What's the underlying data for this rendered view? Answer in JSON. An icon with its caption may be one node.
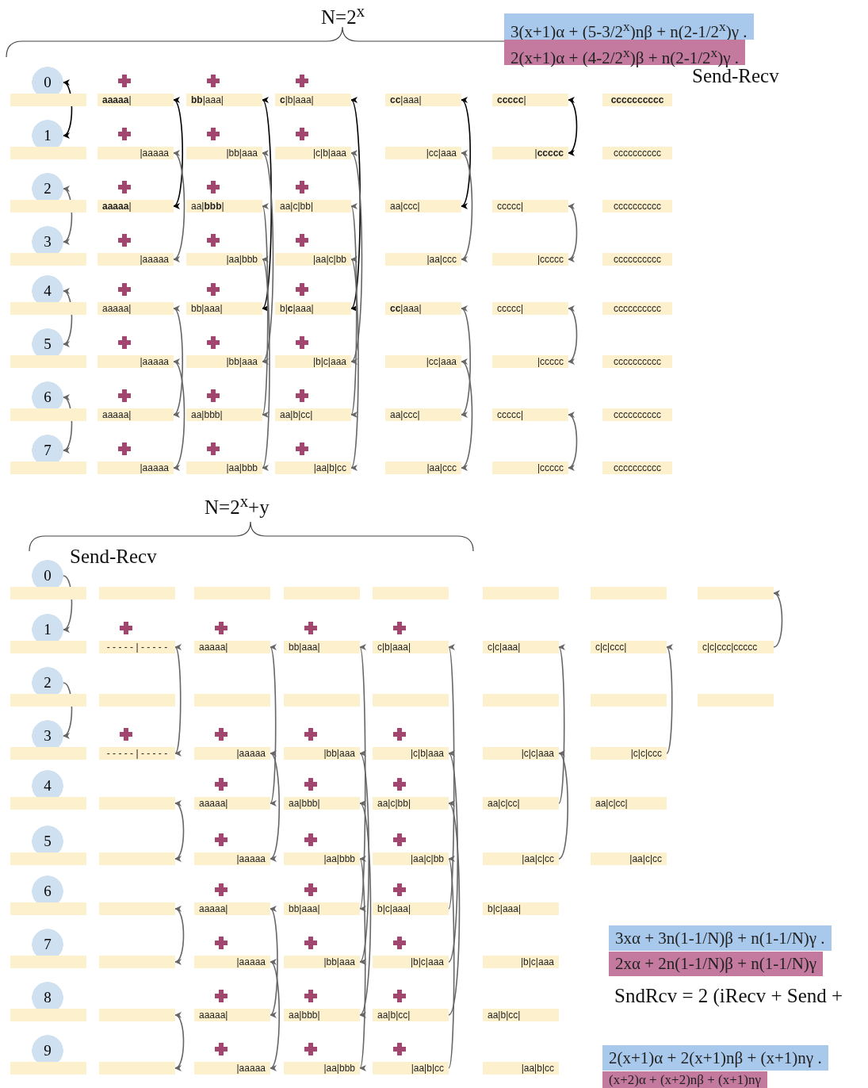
{
  "diagram": {
    "nodes": [
      {
        "text": [
          "3(x+1)α + (5-3/2$^{x}$)nβ + n(2-1/2$^{x}$)γ ."
        ]
      },
      {
        "text": [
          "2(x+1)α +  (4-2/2$^{x}$)β  + n(2-1/2$^{x}$)γ ."
        ]
      },
      {
        "text": [
          "0"
        ]
      },
      {
        "text": [],
        "shape": "bar"
      },
      {
        "text": [
          "**aaaaa**|"
        ]
      },
      {
        "text": [
          "**bb**|aaa|"
        ]
      },
      {
        "text": [
          "**c**|b|aaa|"
        ]
      },
      {
        "text": [
          "**cc**|aaa|"
        ]
      },
      {
        "text": [
          "**ccccc**|"
        ]
      },
      {
        "text": [
          "cccccccccc"
        ]
      },
      {
        "text": [
          "1"
        ]
      },
      {
        "text": [],
        "shape": "bar"
      },
      {
        "text": [
          "|aaaaa"
        ]
      },
      {
        "text": [
          "|bb|aaa"
        ]
      },
      {
        "text": [
          "|c|b|aaa"
        ]
      },
      {
        "text": [
          "|cc|aaa"
        ]
      },
      {
        "text": [
          "|**ccccc**"
        ]
      },
      {
        "text": [
          "cccccccccc"
        ]
      },
      {
        "text": [
          "2"
        ]
      },
      {
        "text": [],
        "shape": "bar"
      },
      {
        "text": [
          "**aaaaa**|"
        ]
      },
      {
        "text": [
          "aa|**bbb**|"
        ]
      },
      {
        "text": [
          "aa|c|bb|"
        ]
      },
      {
        "text": [
          "aa|ccc|"
        ]
      },
      {
        "text": [
          "ccccc|"
        ]
      },
      {
        "text": [
          "cccccccccc"
        ]
      },
      {
        "text": [
          "3"
        ]
      },
      {
        "text": [],
        "shape": "bar"
      },
      {
        "text": [
          "|aaaaa"
        ]
      },
      {
        "text": [
          "|aa|bbb"
        ]
      },
      {
        "text": [
          "|aa|c|bb"
        ]
      },
      {
        "text": [
          "|aa|ccc"
        ]
      },
      {
        "text": [
          "|ccccc"
        ]
      },
      {
        "text": [
          "cccccccccc"
        ]
      },
      {
        "text": [
          "4"
        ]
      },
      {
        "text": [],
        "shape": "bar"
      },
      {
        "text": [
          "aaaaa|"
        ]
      },
      {
        "text": [
          "bb|aaa|"
        ]
      },
      {
        "text": [
          "b|**c**|aaa|"
        ]
      },
      {
        "text": [
          "**cc**|aaa|"
        ]
      },
      {
        "text": [
          "ccccc|"
        ]
      },
      {
        "text": [
          "cccccccccc"
        ]
      },
      {
        "text": [
          "5"
        ]
      },
      {
        "text": [],
        "shape": "bar"
      },
      {
        "text": [
          "|aaaaa"
        ]
      },
      {
        "text": [
          "|bb|aaa"
        ]
      },
      {
        "text": [
          "|b|c|aaa"
        ]
      },
      {
        "text": [
          "|cc|aaa"
        ]
      },
      {
        "text": [
          "|ccccc"
        ]
      },
      {
        "text": [
          "cccccccccc"
        ]
      },
      {
        "text": [
          "6"
        ]
      },
      {
        "text": [],
        "shape": "bar"
      },
      {
        "text": [
          "aaaaa|"
        ]
      },
      {
        "text": [
          "aa|bbb|"
        ]
      },
      {
        "text": [
          "aa|b|cc|"
        ]
      },
      {
        "text": [
          "aa|ccc|"
        ]
      },
      {
        "text": [
          "ccccc|"
        ]
      },
      {
        "text": [
          "cccccccccc"
        ]
      },
      {
        "text": [
          "7"
        ]
      },
      {
        "text": [],
        "shape": "bar"
      },
      {
        "text": [
          "|aaaaa"
        ]
      },
      {
        "text": [
          "|aa|bbb"
        ]
      },
      {
        "text": [
          "|aa|b|cc"
        ]
      },
      {
        "text": [
          "|aa|ccc"
        ]
      },
      {
        "text": [
          "|ccccc"
        ]
      },
      {
        "text": [
          "cccccccccc"
        ]
      },
      {
        "text": [
          "0"
        ]
      },
      {
        "text": [],
        "shape": "bar"
      },
      {
        "text": [],
        "shape": "bar"
      },
      {
        "text": [],
        "shape": "bar"
      },
      {
        "text": [],
        "shape": "bar"
      },
      {
        "text": [],
        "shape": "bar"
      },
      {
        "text": [],
        "shape": "bar"
      },
      {
        "text": [],
        "shape": "bar"
      },
      {
        "text": [],
        "shape": "bar"
      },
      {
        "text": [
          "1"
        ]
      },
      {
        "text": [],
        "shape": "bar"
      },
      {
        "text": [
          "- - - - - | - - - - -"
        ]
      },
      {
        "text": [
          "aaaaa|"
        ]
      },
      {
        "text": [
          "bb|aaa|"
        ]
      },
      {
        "text": [
          "c|b|aaa|"
        ]
      },
      {
        "text": [
          "c|c|aaa|"
        ]
      },
      {
        "text": [
          "c|c|ccc|"
        ]
      },
      {
        "text": [
          "c|c|ccc|ccccc"
        ]
      },
      {
        "text": [
          "2"
        ]
      },
      {
        "text": [],
        "shape": "bar"
      },
      {
        "text": [],
        "shape": "bar"
      },
      {
        "text": [],
        "shape": "bar"
      },
      {
        "text": [],
        "shape": "bar"
      },
      {
        "text": [],
        "shape": "bar"
      },
      {
        "text": [],
        "shape": "bar"
      },
      {
        "text": [],
        "shape": "bar"
      },
      {
        "text": [],
        "shape": "bar"
      },
      {
        "text": [
          "3"
        ]
      },
      {
        "text": [],
        "shape": "bar"
      },
      {
        "text": [
          "- - - - - | - - - - -"
        ]
      },
      {
        "text": [
          "|aaaaa"
        ]
      },
      {
        "text": [
          "|bb|aaa"
        ]
      },
      {
        "text": [
          "|c|b|aaa"
        ]
      },
      {
        "text": [
          "|c|c|aaa"
        ]
      },
      {
        "text": [
          "|c|c|ccc"
        ]
      },
      {
        "text": [
          "4"
        ]
      },
      {
        "text": [],
        "shape": "bar"
      },
      {
        "text": [],
        "shape": "bar"
      },
      {
        "text": [
          "aaaaa|"
        ]
      },
      {
        "text": [
          "aa|bbb|"
        ]
      },
      {
        "text": [
          "aa|c|bb|"
        ]
      },
      {
        "text": [
          "aa|c|cc|"
        ]
      },
      {
        "text": [
          "aa|c|cc|"
        ]
      },
      {
        "text": [
          "5"
        ]
      },
      {
        "text": [],
        "shape": "bar"
      },
      {
        "text": [],
        "shape": "bar"
      },
      {
        "text": [
          "|aaaaa"
        ]
      },
      {
        "text": [
          "|aa|bbb"
        ]
      },
      {
        "text": [
          "|aa|c|bb"
        ]
      },
      {
        "text": [
          "|aa|c|cc"
        ]
      },
      {
        "text": [
          "|aa|c|cc"
        ]
      },
      {
        "text": [
          "6"
        ]
      },
      {
        "text": [],
        "shape": "bar"
      },
      {
        "text": [],
        "shape": "bar"
      },
      {
        "text": [
          "aaaaa|"
        ]
      },
      {
        "text": [
          "bb|aaa|"
        ]
      },
      {
        "text": [
          "b|c|aaa|"
        ]
      },
      {
        "text": [
          "b|c|aaa|"
        ]
      },
      {
        "text": [
          "7"
        ]
      },
      {
        "text": [],
        "shape": "bar"
      },
      {
        "text": [],
        "shape": "bar"
      },
      {
        "text": [
          "|aaaaa"
        ]
      },
      {
        "text": [
          "|bb|aaa"
        ]
      },
      {
        "text": [
          "|b|c|aaa"
        ]
      },
      {
        "text": [
          "|b|c|aaa"
        ]
      },
      {
        "text": [
          "8"
        ]
      },
      {
        "text": [],
        "shape": "bar"
      },
      {
        "text": [],
        "shape": "bar"
      },
      {
        "text": [
          "aaaaa|"
        ]
      },
      {
        "text": [
          "aa|bbb|"
        ]
      },
      {
        "text": [
          "aa|b|cc|"
        ]
      },
      {
        "text": [
          "aa|b|cc|"
        ]
      },
      {
        "text": [
          "9"
        ]
      },
      {
        "text": [],
        "shape": "bar"
      },
      {
        "text": [],
        "shape": "bar"
      },
      {
        "text": [
          "|aaaaa"
        ]
      },
      {
        "text": [
          "|aa|bbb"
        ]
      },
      {
        "text": [
          "|aa|b|cc"
        ]
      },
      {
        "text": [
          "|aa|b|cc"
        ]
      },
      {
        "text": [
          "3xα + 3n(1-1/N)β + n(1-1/N)γ ."
        ]
      },
      {
        "text": [
          "2xα +  2n(1-1/N)β  + n(1-1/N)γ"
        ]
      },
      {
        "text": [
          "2(x+1)α + 2(x+1)nβ + (x+1)nγ ."
        ]
      },
      {
        "text": [
          "(x+2)α +  (x+2)nβ  + (x+1)nγ"
        ]
      }
    ],
    "edges": [
      {
        "from": 2,
        "to": 10,
        "arrow": "both",
        "color": "#000000"
      },
      {
        "from": 18,
        "to": 26,
        "arrow": "both"
      },
      {
        "from": 34,
        "to": 42,
        "arrow": "both"
      },
      {
        "from": 50,
        "to": 58,
        "arrow": "both"
      },
      {
        "from": 4,
        "to": 20,
        "arrow": "both",
        "color": "#000000"
      },
      {
        "from": 12,
        "to": 28,
        "arrow": "both"
      },
      {
        "from": 36,
        "to": 52,
        "arrow": "both"
      },
      {
        "from": 44,
        "to": 60,
        "arrow": "both"
      },
      {
        "from": 5,
        "to": 37,
        "arrow": "both",
        "color": "#000000"
      },
      {
        "from": 13,
        "to": 45,
        "arrow": "both"
      },
      {
        "from": 21,
        "to": 53,
        "arrow": "both"
      },
      {
        "from": 29,
        "to": 61,
        "arrow": "both"
      },
      {
        "from": 6,
        "to": 38,
        "arrow": "both",
        "color": "#000000"
      },
      {
        "from": 14,
        "to": 46,
        "arrow": "both"
      },
      {
        "from": 22,
        "to": 54,
        "arrow": "both"
      },
      {
        "from": 30,
        "to": 62,
        "arrow": "both"
      },
      {
        "from": 7,
        "to": 23,
        "arrow": "both",
        "color": "#000000"
      },
      {
        "from": 15,
        "to": 31,
        "arrow": "both"
      },
      {
        "from": 39,
        "to": 55,
        "arrow": "both"
      },
      {
        "from": 47,
        "to": 63,
        "arrow": "both"
      },
      {
        "from": 8,
        "to": 16,
        "arrow": "both",
        "color": "#000000"
      },
      {
        "from": 24,
        "to": 32,
        "arrow": "both"
      },
      {
        "from": 40,
        "to": 48,
        "arrow": "both"
      },
      {
        "from": 56,
        "to": 64,
        "arrow": "both"
      },
      {
        "from": 66,
        "to": 75,
        "arrow": "to"
      },
      {
        "from": 84,
        "to": 93,
        "arrow": "to"
      },
      {
        "from": 77,
        "to": 95,
        "arrow": "both"
      },
      {
        "from": 103,
        "to": 111,
        "arrow": "both"
      },
      {
        "from": 119,
        "to": 126,
        "arrow": "both"
      },
      {
        "from": 133,
        "to": 140,
        "arrow": "both"
      },
      {
        "from": 78,
        "to": 104,
        "arrow": "both"
      },
      {
        "from": 96,
        "to": 112,
        "arrow": "both"
      },
      {
        "from": 120,
        "to": 134,
        "arrow": "both"
      },
      {
        "from": 127,
        "to": 141,
        "arrow": "both"
      },
      {
        "from": 79,
        "to": 121,
        "arrow": "both"
      },
      {
        "from": 97,
        "to": 128,
        "arrow": "both"
      },
      {
        "from": 105,
        "to": 135,
        "arrow": "both"
      },
      {
        "from": 113,
        "to": 142,
        "arrow": "both"
      },
      {
        "from": 122,
        "to": 80,
        "arrow": "to"
      },
      {
        "from": 129,
        "to": 98,
        "arrow": "to"
      },
      {
        "from": 136,
        "to": 106,
        "arrow": "to"
      },
      {
        "from": 143,
        "to": 114,
        "arrow": "to"
      },
      {
        "from": 107,
        "to": 81,
        "arrow": "to"
      },
      {
        "from": 115,
        "to": 99,
        "arrow": "to"
      },
      {
        "from": 100,
        "to": 82,
        "arrow": "to"
      },
      {
        "from": 83,
        "to": 74,
        "arrow": "to"
      }
    ],
    "labels": [
      "N=2$^{x}$",
      "Send-Recv",
      "N=2$^{x}$+y",
      "Send-Recv",
      "SndRcv = 2 (iRecv + Send +"
    ]
  }
}
